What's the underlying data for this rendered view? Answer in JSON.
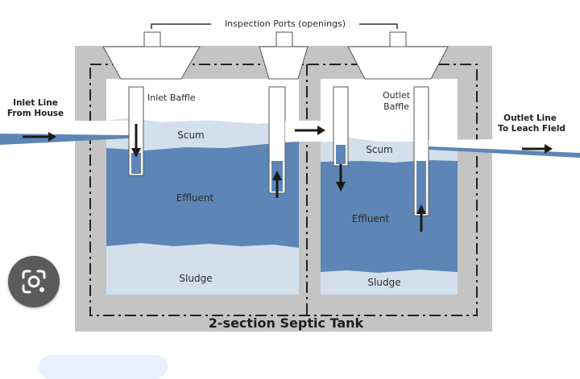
{
  "diagram": {
    "title": "2-section Septic Tank",
    "inspection_ports_label": "Inspection Ports (openings)",
    "inlet_line_label": [
      "Inlet Line",
      "From House"
    ],
    "outlet_line_label": [
      "Outlet Line",
      "To Leach Field"
    ],
    "inlet_baffle_label": "Inlet Baffle",
    "outlet_baffle_label": [
      "Outlet",
      "Baffle"
    ],
    "left_chamber": {
      "scum": "Scum",
      "effluent": "Effluent",
      "sludge": "Sludge"
    },
    "right_chamber": {
      "scum": "Scum",
      "effluent": "Effluent",
      "sludge": "Sludge"
    },
    "colors": {
      "tank_wall": "#c4c4c4",
      "effluent": "#5d86b6",
      "scum_sludge": "#d3e0ec",
      "pipe": "#ffffff",
      "arrow": "#1b1b1b"
    }
  },
  "overlay": {
    "lens_button_icon": "google-lens-icon"
  }
}
